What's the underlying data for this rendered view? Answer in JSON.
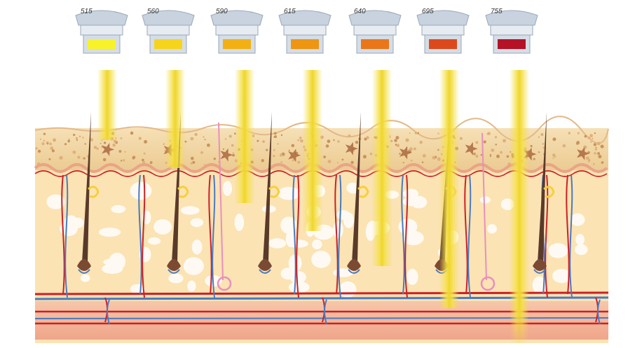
{
  "filters": [
    {
      "label": "515",
      "color": "#f7f22a"
    },
    {
      "label": "560",
      "color": "#f6d41c"
    },
    {
      "label": "590",
      "color": "#f2b014"
    },
    {
      "label": "615",
      "color": "#ee9512"
    },
    {
      "label": "640",
      "color": "#e9771a"
    },
    {
      "label": "695",
      "color": "#dc4a1c"
    },
    {
      "label": "755",
      "color": "#b51226"
    }
  ],
  "colors": {
    "epidermis": "#f0d6a4",
    "dermis": "#fbe3b3",
    "deep_band": "#f3b7a0",
    "light_beam": "#f4e04a",
    "artery": "#cc2027",
    "vein": "#4b7ac0",
    "hair": "#5a3a2a",
    "gland": "#f5d03a",
    "pink_gland": "#e88fbf",
    "housing": "#c8d3df",
    "housing_dark": "#9aa8b7"
  },
  "icons": {
    "filter_head": "ipl-filter-head-icon",
    "hair": "hair-follicle-icon",
    "beam": "light-beam-icon"
  }
}
